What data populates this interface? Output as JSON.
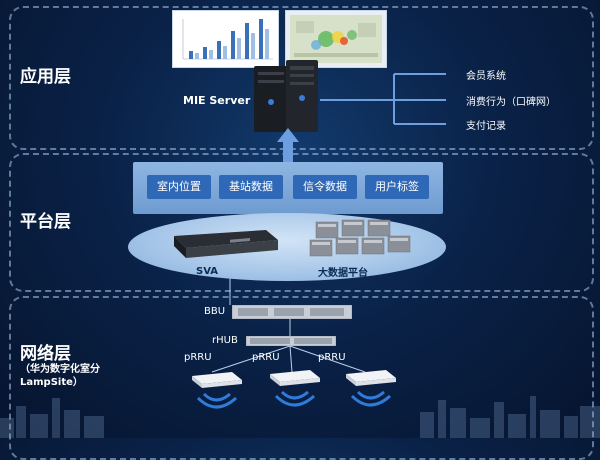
{
  "layers": {
    "application": {
      "label": "应用层"
    },
    "platform": {
      "label": "平台层"
    },
    "network": {
      "label": "网络层",
      "sublabel_1": "（华为数字化室分",
      "sublabel_2": "LampSite）"
    }
  },
  "application": {
    "server_label": "MIE Server",
    "apps": [
      "会员系统",
      "消费行为（口碑网）",
      "支付记录"
    ]
  },
  "platform": {
    "data_tags": [
      "室内位置",
      "基站数据",
      "信令数据",
      "用户标签"
    ],
    "sva_label": "SVA",
    "bigdata_label": "大数据平台"
  },
  "network": {
    "bbu_label": "BBU",
    "rhub_label": "rHUB",
    "prru_labels": [
      "pRRU",
      "pRRU",
      "pRRU"
    ]
  },
  "colors": {
    "background": "#0a2248",
    "accent_blue": "#2f68b6",
    "arrow_blue": "#6d9ee0"
  }
}
